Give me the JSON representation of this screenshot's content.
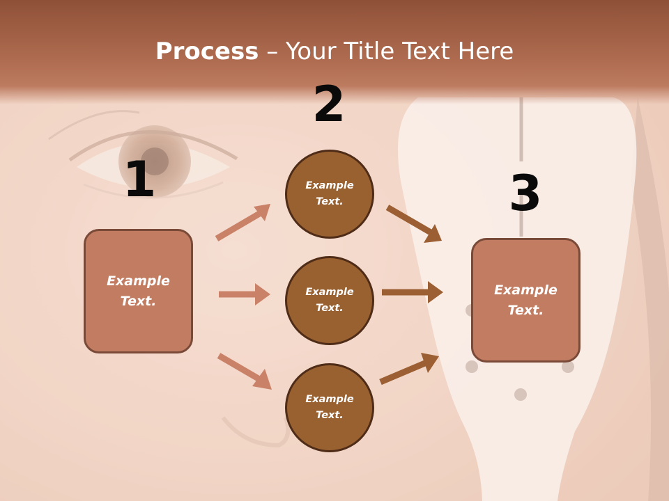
{
  "title": {
    "bold": "Process",
    "rest": " – Your Title Text Here"
  },
  "step_numbers": [
    "1",
    "2",
    "3"
  ],
  "box_left": {
    "line1": "Example",
    "line2": "Text."
  },
  "box_right": {
    "line1": "Example",
    "line2": "Text."
  },
  "circles": [
    {
      "line1": "Example",
      "line2": "Text."
    },
    {
      "line1": "Example",
      "line2": "Text."
    },
    {
      "line1": "Example",
      "line2": "Text."
    }
  ],
  "colors": {
    "title_band": "#ad6a4f",
    "box_fill": "#c27c62",
    "circle_fill": "#9a6130",
    "arrow_in": "#c98268",
    "arrow_out": "#9b5f33"
  }
}
